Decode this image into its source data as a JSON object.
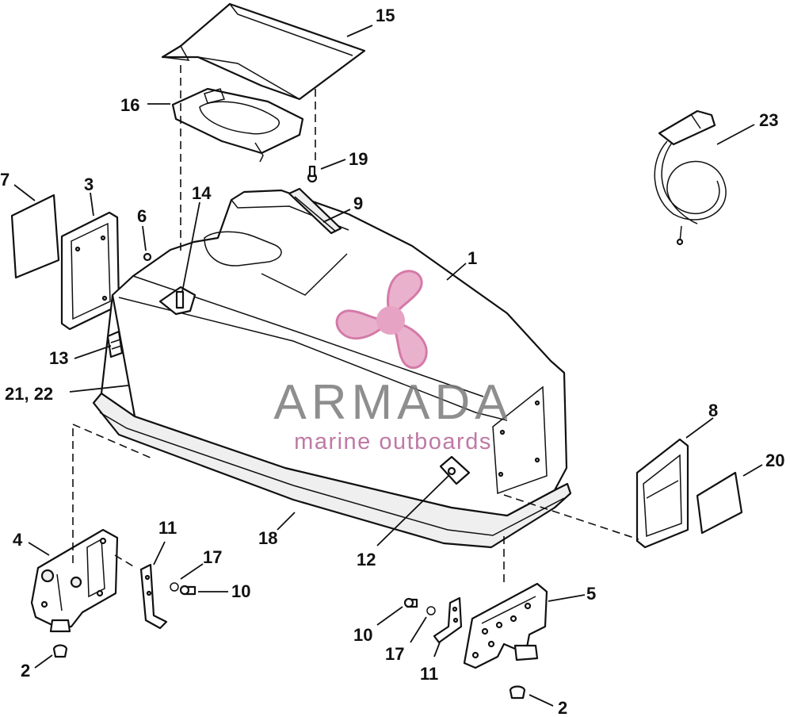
{
  "watermark": {
    "brand": "ARMADA",
    "tagline": "marine outboards",
    "colors": {
      "logo": "#e6a3c4",
      "brand_text": "#7a7a7a",
      "tagline_text": "#b86a9a"
    }
  },
  "callouts": [
    {
      "id": "c15",
      "label": "15"
    },
    {
      "id": "c16",
      "label": "16"
    },
    {
      "id": "c19",
      "label": "19"
    },
    {
      "id": "c23",
      "label": "23"
    },
    {
      "id": "c7",
      "label": "7"
    },
    {
      "id": "c3",
      "label": "3"
    },
    {
      "id": "c6",
      "label": "6"
    },
    {
      "id": "c14",
      "label": "14"
    },
    {
      "id": "c9",
      "label": "9"
    },
    {
      "id": "c1",
      "label": "1"
    },
    {
      "id": "c13",
      "label": "13"
    },
    {
      "id": "c2122",
      "label": "21, 22"
    },
    {
      "id": "c8",
      "label": "8"
    },
    {
      "id": "c20",
      "label": "20"
    },
    {
      "id": "c4",
      "label": "4"
    },
    {
      "id": "c11a",
      "label": "11"
    },
    {
      "id": "c17a",
      "label": "17"
    },
    {
      "id": "c10a",
      "label": "10"
    },
    {
      "id": "c18",
      "label": "18"
    },
    {
      "id": "c12",
      "label": "12"
    },
    {
      "id": "c5",
      "label": "5"
    },
    {
      "id": "c10b",
      "label": "10"
    },
    {
      "id": "c17b",
      "label": "17"
    },
    {
      "id": "c11b",
      "label": "11"
    },
    {
      "id": "c2a",
      "label": "2"
    },
    {
      "id": "c2b",
      "label": "2"
    }
  ]
}
